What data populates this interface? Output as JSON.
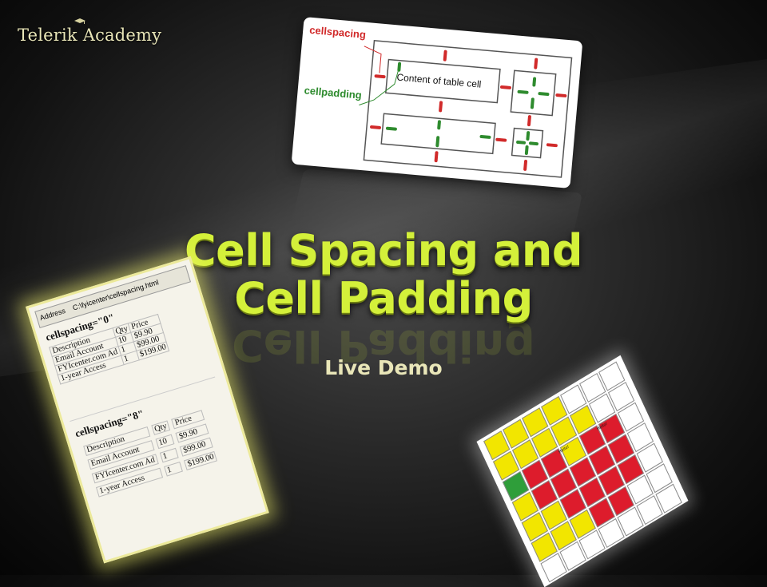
{
  "logo": {
    "text": "Telerik Academy"
  },
  "slide": {
    "title_line1": "Cell Spacing and",
    "title_line2": "Cell Padding",
    "subtitle": "Live Demo"
  },
  "diagram": {
    "cellspacing_label": "cellspacing",
    "cellpadding_label": "cellpadding",
    "content_label": "Content of table cell"
  },
  "browser": {
    "address_label": "Address",
    "address_value": "C:\\fyicenter\\cellspacing.html",
    "table1": {
      "heading": "cellspacing=\"0\"",
      "headers": [
        "Description",
        "Qty",
        "Price"
      ],
      "rows": [
        [
          "Email Account",
          "10",
          "$9.90"
        ],
        [
          "FYIcenter.com Ad",
          "1",
          "$99.00"
        ],
        [
          "1-year Access",
          "1",
          "$199.00"
        ]
      ]
    },
    "table2": {
      "heading": "cellspacing=\"8\"",
      "headers": [
        "Description",
        "Qty",
        "Price"
      ],
      "rows": [
        [
          "Email Account",
          "10",
          "$9.90"
        ],
        [
          "FYIcenter.com Ad",
          "1",
          "$99.00"
        ],
        [
          "1-year Access",
          "1",
          "$199.00"
        ]
      ]
    }
  },
  "grid": {
    "note1": "Hello!",
    "note2": "Hello!"
  },
  "colors": {
    "title": "#d4f03a",
    "subtitle": "#e9e6b8",
    "spacing_red": "#d12a2a",
    "padding_green": "#2e8b2e",
    "grid_yellow": "#f2e600",
    "grid_red": "#dd1c2c"
  }
}
